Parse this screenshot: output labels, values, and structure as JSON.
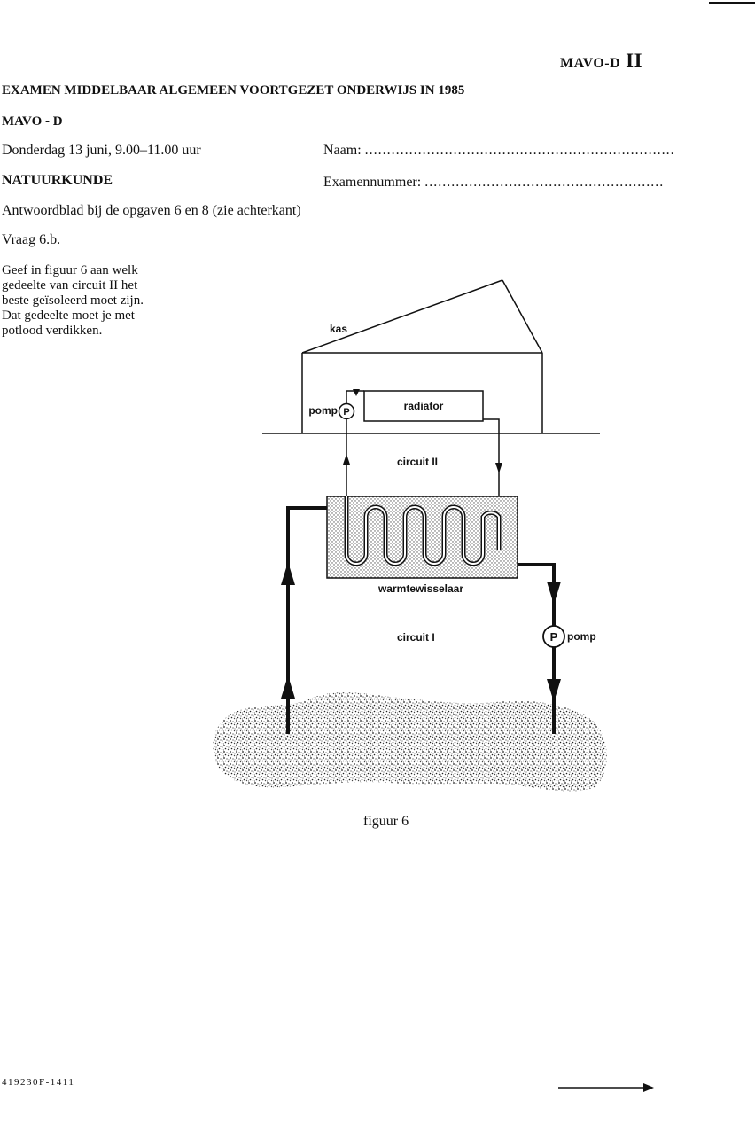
{
  "header": {
    "code": "MAVO-D",
    "code_roman": "II",
    "exam_title": "EXAMEN MIDDELBAAR ALGEMEEN VOORTGEZET ONDERWIJS IN 1985",
    "level": "MAVO - D",
    "date": "Donderdag 13 juni, 9.00–11.00 uur",
    "subject": "NATUURKUNDE"
  },
  "fields": {
    "name_label": "Naam:",
    "name_dots": "......................................................................",
    "exam_number_label": "Examennummer:",
    "exam_number_dots": "......................................................"
  },
  "intro": {
    "answer_sheet": "Antwoordblad bij de opgaven 6 en 8 (zie achterkant)",
    "question": "Vraag 6.b.",
    "instruction_lines": [
      "Geef in figuur 6 aan welk",
      "gedeelte van circuit II het",
      "beste geïsoleerd moet zijn.",
      "Dat gedeelte moet je met",
      "potlood verdikken."
    ]
  },
  "figure": {
    "labels": {
      "greenhouse": "kas",
      "pump_top": "pomp",
      "pump_symbol": "P",
      "radiator": "radiator",
      "circuit_two": "circuit II",
      "heat_exchanger": "warmtewisselaar",
      "circuit_one": "circuit I",
      "pump_bottom": "pomp"
    },
    "caption": "figuur 6"
  },
  "footer": {
    "code": "419230F-1411"
  }
}
